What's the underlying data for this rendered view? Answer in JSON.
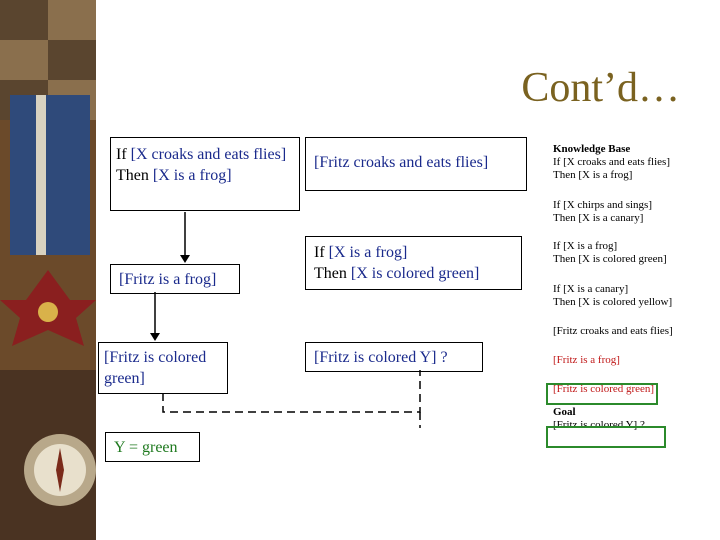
{
  "title": "Cont’d…",
  "boxes": {
    "rule1": {
      "prefix": "If ",
      "cond": "[X croaks and eats flies]",
      "mid": "Then ",
      "concl": "[X is a frog]"
    },
    "fact1": {
      "text": "[Fritz croaks and eats flies]"
    },
    "derived1": {
      "text": "[Fritz is a frog]"
    },
    "rule2": {
      "prefix": "If ",
      "cond": "[X is a frog]",
      "mid": "Then ",
      "concl": "[X is colored green]"
    },
    "derived2": {
      "text": "[Fritz is colored green]"
    },
    "goal": {
      "text": "[Fritz is colored Y] ?"
    },
    "answer": {
      "text": "Y = green"
    }
  },
  "kb": {
    "heading": "Knowledge Base",
    "r1a": "If [X croaks and eats flies]",
    "r1b": "Then [X is a frog]",
    "r2a": "If [X chirps and sings]",
    "r2b": "Then [X is a canary]",
    "r3a": "If [X is a frog]",
    "r3b": "Then [X is colored green]",
    "r4a": "If [X is a canary]",
    "r4b": "Then [X is colored yellow]",
    "f1": "[Fritz croaks and eats flies]",
    "f2": "[Fritz is a frog]",
    "f3": "[Fritz is colored green]",
    "goal_heading": "Goal",
    "goal": "[Fritz is colored Y] ?"
  },
  "colors": {
    "title": "#7a6220",
    "rule_text": "#1a2a8c",
    "answer": "#1f7a1f",
    "derived": "#c01818",
    "highlight": "#2b8a2b"
  }
}
